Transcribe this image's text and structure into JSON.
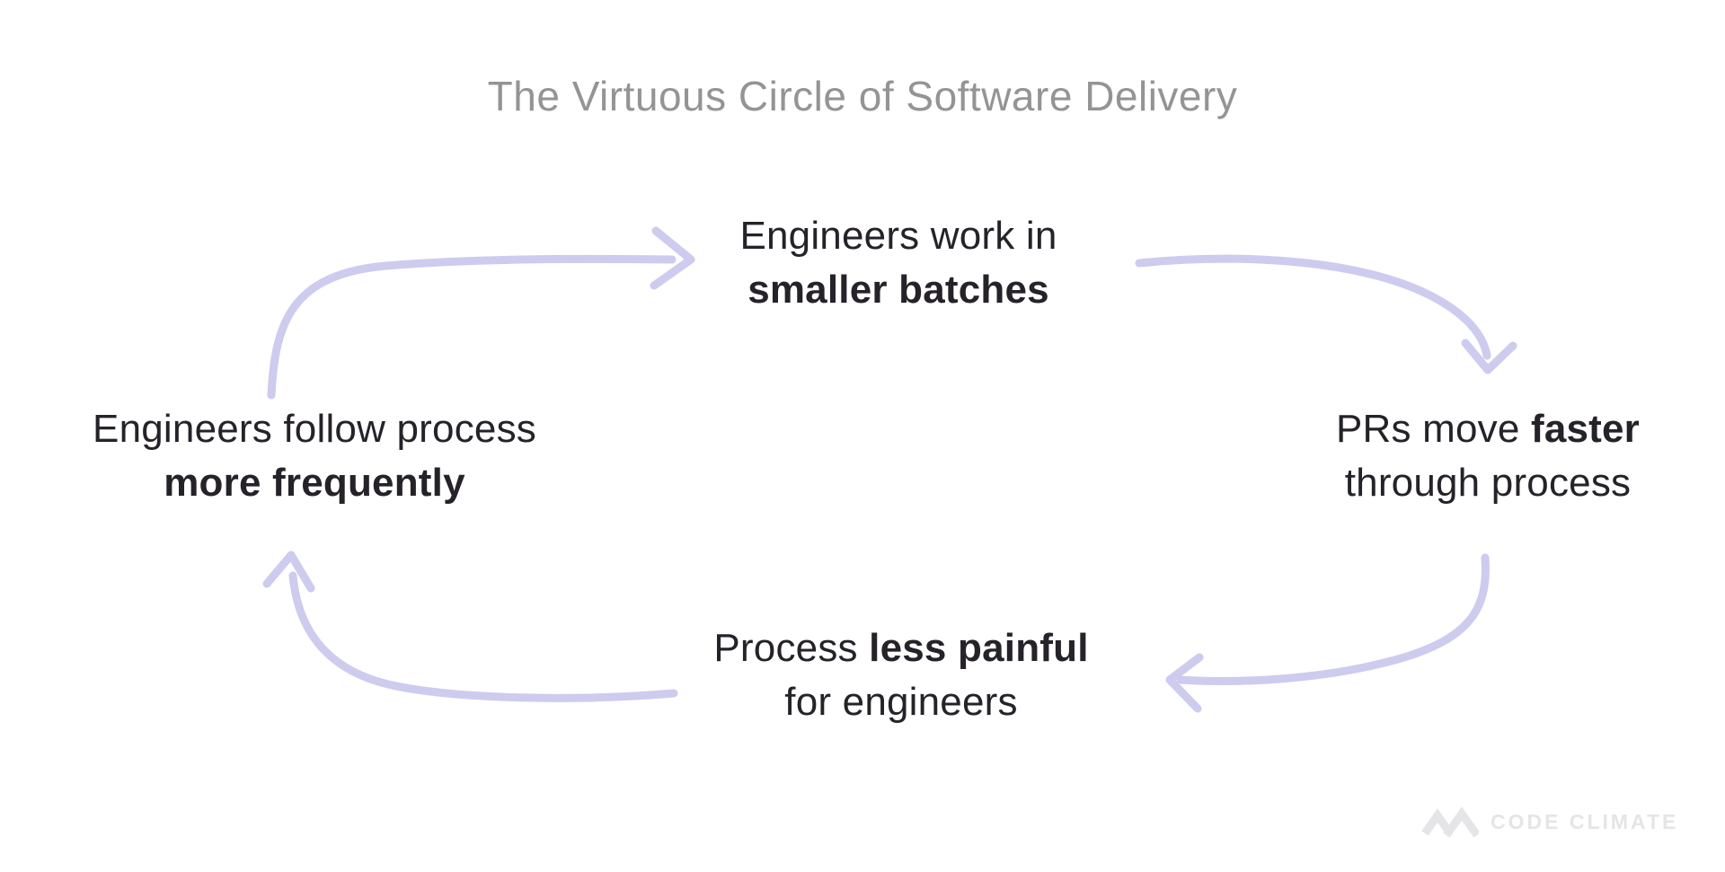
{
  "title": "The Virtuous Circle of Software Delivery",
  "nodes": {
    "top": {
      "line1_regular": "Engineers work in",
      "line1_bold": "",
      "line2_regular": "",
      "line2_bold": "smaller batches"
    },
    "right": {
      "line1_regular": "PRs move ",
      "line1_bold": "faster",
      "line2_regular": "through process",
      "line2_bold": ""
    },
    "bottom": {
      "line1_regular": "Process ",
      "line1_bold": "less painful",
      "line2_regular": "for engineers",
      "line2_bold": ""
    },
    "left": {
      "line1_regular": "Engineers follow process",
      "line1_bold": "",
      "line2_regular": "",
      "line2_bold": "more frequently"
    }
  },
  "arrows": [
    {
      "name": "arrow-left-to-top",
      "from": "left",
      "to": "top"
    },
    {
      "name": "arrow-top-to-right",
      "from": "top",
      "to": "right"
    },
    {
      "name": "arrow-right-to-bottom",
      "from": "right",
      "to": "bottom"
    },
    {
      "name": "arrow-bottom-to-left",
      "from": "bottom",
      "to": "left"
    }
  ],
  "footer": {
    "logo_text": "CODE CLIMATE"
  },
  "colors": {
    "background": "#ffffff",
    "title": "#949494",
    "text": "#262229",
    "arrow": "#cdcbee",
    "logo": "#e5e5e7"
  }
}
